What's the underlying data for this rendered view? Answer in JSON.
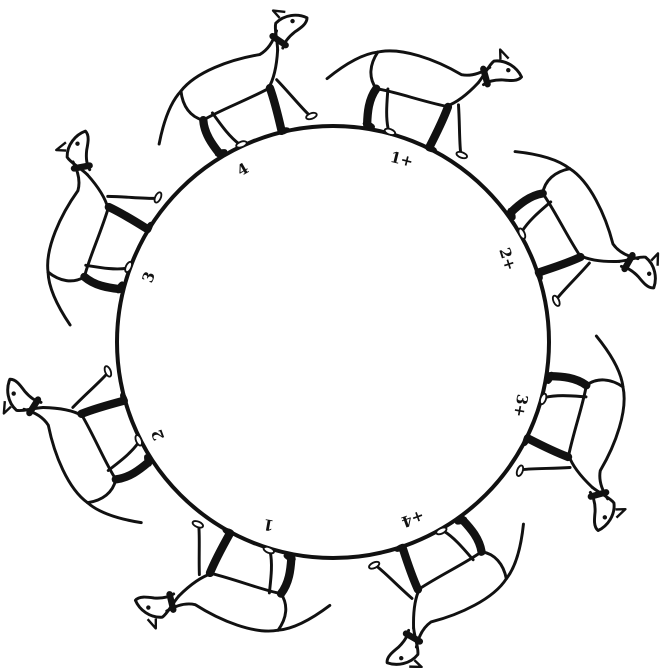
{
  "colors": {
    "ink": "#111111",
    "background": "#ffffff"
  },
  "circle_labels": [
    {
      "id": "label-1-plus",
      "text": "1+"
    },
    {
      "id": "label-2-plus",
      "text": "2+"
    },
    {
      "id": "label-3-plus",
      "text": "3+"
    },
    {
      "id": "label-4-plus",
      "text": "+4"
    },
    {
      "id": "label-1",
      "text": "1"
    },
    {
      "id": "label-2",
      "text": "2"
    },
    {
      "id": "label-3",
      "text": "3"
    },
    {
      "id": "label-4",
      "text": "4"
    }
  ],
  "figures": [
    {
      "name": "walking-dog-figure-1"
    },
    {
      "name": "walking-dog-figure-2"
    },
    {
      "name": "walking-dog-figure-3"
    },
    {
      "name": "walking-dog-figure-4"
    },
    {
      "name": "walking-dog-figure-5"
    },
    {
      "name": "walking-dog-figure-6"
    },
    {
      "name": "walking-dog-figure-7"
    },
    {
      "name": "walking-dog-figure-8"
    }
  ]
}
